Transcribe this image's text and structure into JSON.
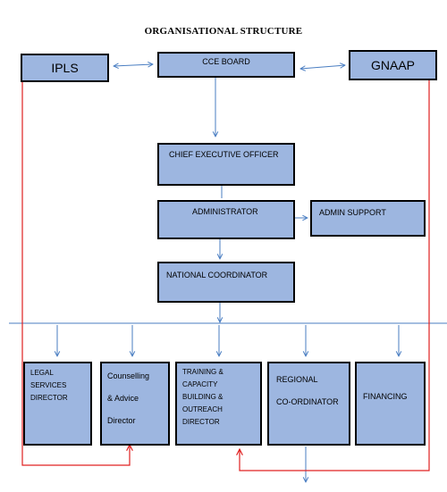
{
  "title": "ORGANISATIONAL  STRUCTURE",
  "nodes": {
    "ipls": "IPLS",
    "board": "CCE BOARD",
    "gnaap": "GNAAP",
    "ceo": "CHIEF EXECUTIVE  OFFICER",
    "administrator": "ADMINISTRATOR",
    "admin_support": "ADMIN SUPPORT",
    "coordinator": "NATIONAL  COORDINATOR",
    "legal": [
      "LEGAL",
      "SERVICES",
      "DIRECTOR"
    ],
    "counselling": [
      "Counselling",
      "& Advice",
      "Director"
    ],
    "training": [
      "TRAINING &",
      "CAPACITY",
      "BUILDING &",
      "OUTREACH",
      "DIRECTOR"
    ],
    "regional": [
      "REGIONAL",
      "CO-ORDINATOR"
    ],
    "financing": "FINANCING"
  },
  "colors": {
    "box_fill": "#9db6e0",
    "connector_blue": "#4a7ec2",
    "connector_red": "#e02020"
  }
}
